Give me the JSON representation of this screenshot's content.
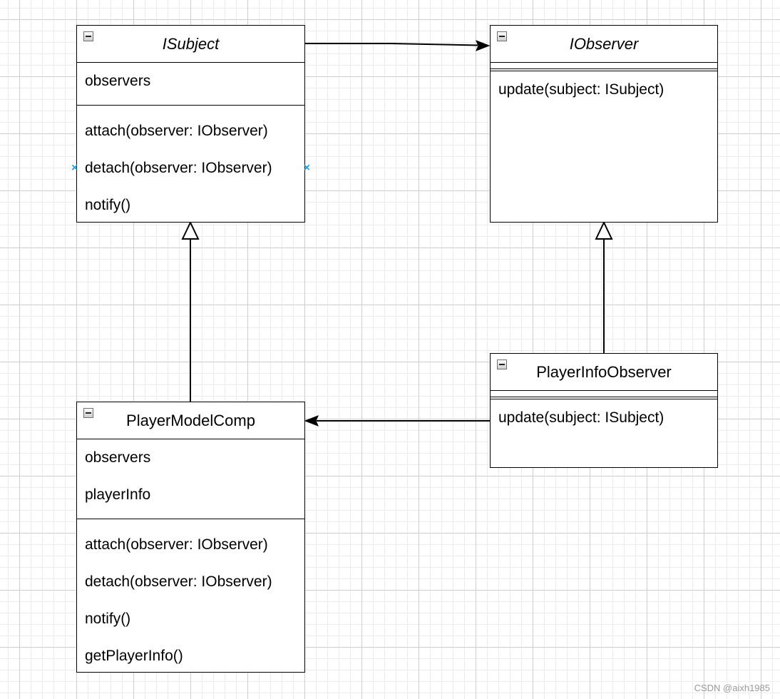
{
  "classes": {
    "isubject": {
      "name": "ISubject",
      "attributes": [
        "observers"
      ],
      "methods": [
        "attach(observer: IObserver)",
        "detach(observer: IObserver)",
        "notify()"
      ]
    },
    "iobserver": {
      "name": "IObserver",
      "attributes": [],
      "methods": [
        "update(subject: ISubject)"
      ]
    },
    "player_model_comp": {
      "name": "PlayerModelComp",
      "attributes": [
        "observers",
        "playerInfo"
      ],
      "methods": [
        "attach(observer: IObserver)",
        "detach(observer: IObserver)",
        "notify()",
        "getPlayerInfo()"
      ]
    },
    "player_info_observer": {
      "name": "PlayerInfoObserver",
      "attributes": [],
      "methods": [
        "update(subject: ISubject)"
      ]
    }
  },
  "selection_handle_glyph": "×",
  "relationships": [
    {
      "from": "ISubject",
      "to": "IObserver",
      "kind": "association"
    },
    {
      "from": "PlayerModelComp",
      "to": "ISubject",
      "kind": "generalization"
    },
    {
      "from": "PlayerInfoObserver",
      "to": "IObserver",
      "kind": "generalization"
    },
    {
      "from": "PlayerInfoObserver",
      "to": "PlayerModelComp",
      "kind": "association"
    }
  ],
  "watermark": "CSDN @aixh1985",
  "colors": {
    "grid_major": "#cfcfcf",
    "grid_minor": "#ececec",
    "selection_handle": "#1e9fe6",
    "line": "#000000"
  }
}
